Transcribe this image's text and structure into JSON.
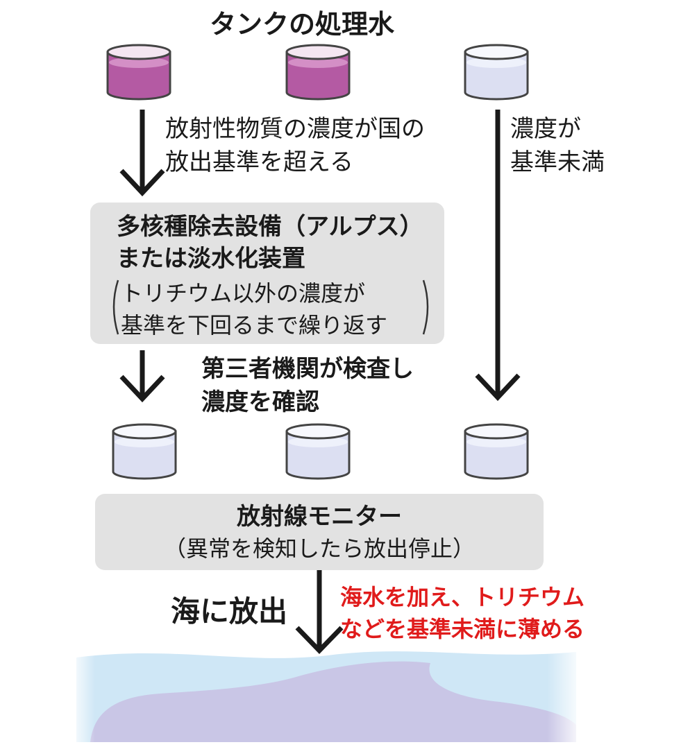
{
  "title": "タンクの処理水",
  "note_left": [
    "放射性物質の濃度が国の",
    "放出基準を超える"
  ],
  "note_right": [
    "濃度が",
    "基準未満"
  ],
  "alps_box": {
    "heading": [
      "多核種除去設備（アルプス）",
      "または淡水化装置"
    ],
    "paren": [
      "トリチウム以外の濃度が",
      "基準を下回るまで繰り返す"
    ]
  },
  "inspection": [
    "第三者機関が検査し",
    "濃度を確認"
  ],
  "monitor_box": {
    "heading": "放射線モニター",
    "paren": "（異常を検知したら放出停止）"
  },
  "release_label": "海に放出",
  "dilution_note": [
    "海水を加え、トリチウム",
    "などを基準未満に薄める"
  ],
  "tanks_top": [
    "contaminated",
    "contaminated",
    "below-standard"
  ],
  "tanks_bottom": [
    "below-standard",
    "below-standard",
    "below-standard"
  ],
  "colors": {
    "contaminated_water": "#b45aa3",
    "clean_water": "#dcdff2",
    "box_fill": "#e2e2e2",
    "sea_light": "#cfe7f6",
    "sea_purple": "#c9c6e6",
    "accent_red": "#e01b1b"
  }
}
